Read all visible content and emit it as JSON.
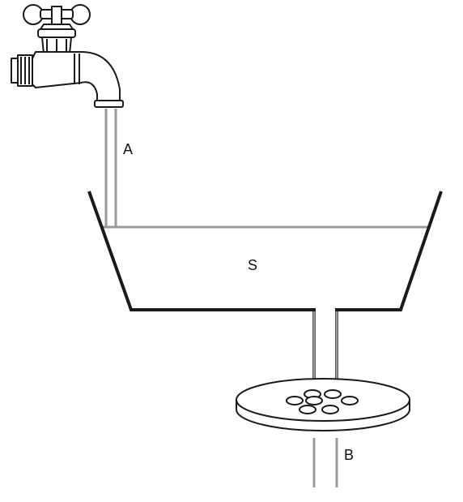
{
  "labels": {
    "a": "A",
    "s": "S",
    "b": "B"
  },
  "colors": {
    "outline": "#1a1a1a",
    "water": "#9a9a9a",
    "faucet_fill": "#ffffff",
    "background": "#ffffff"
  },
  "icons": {
    "faucet": "faucet-icon",
    "strainer": "strainer-plate-icon"
  }
}
